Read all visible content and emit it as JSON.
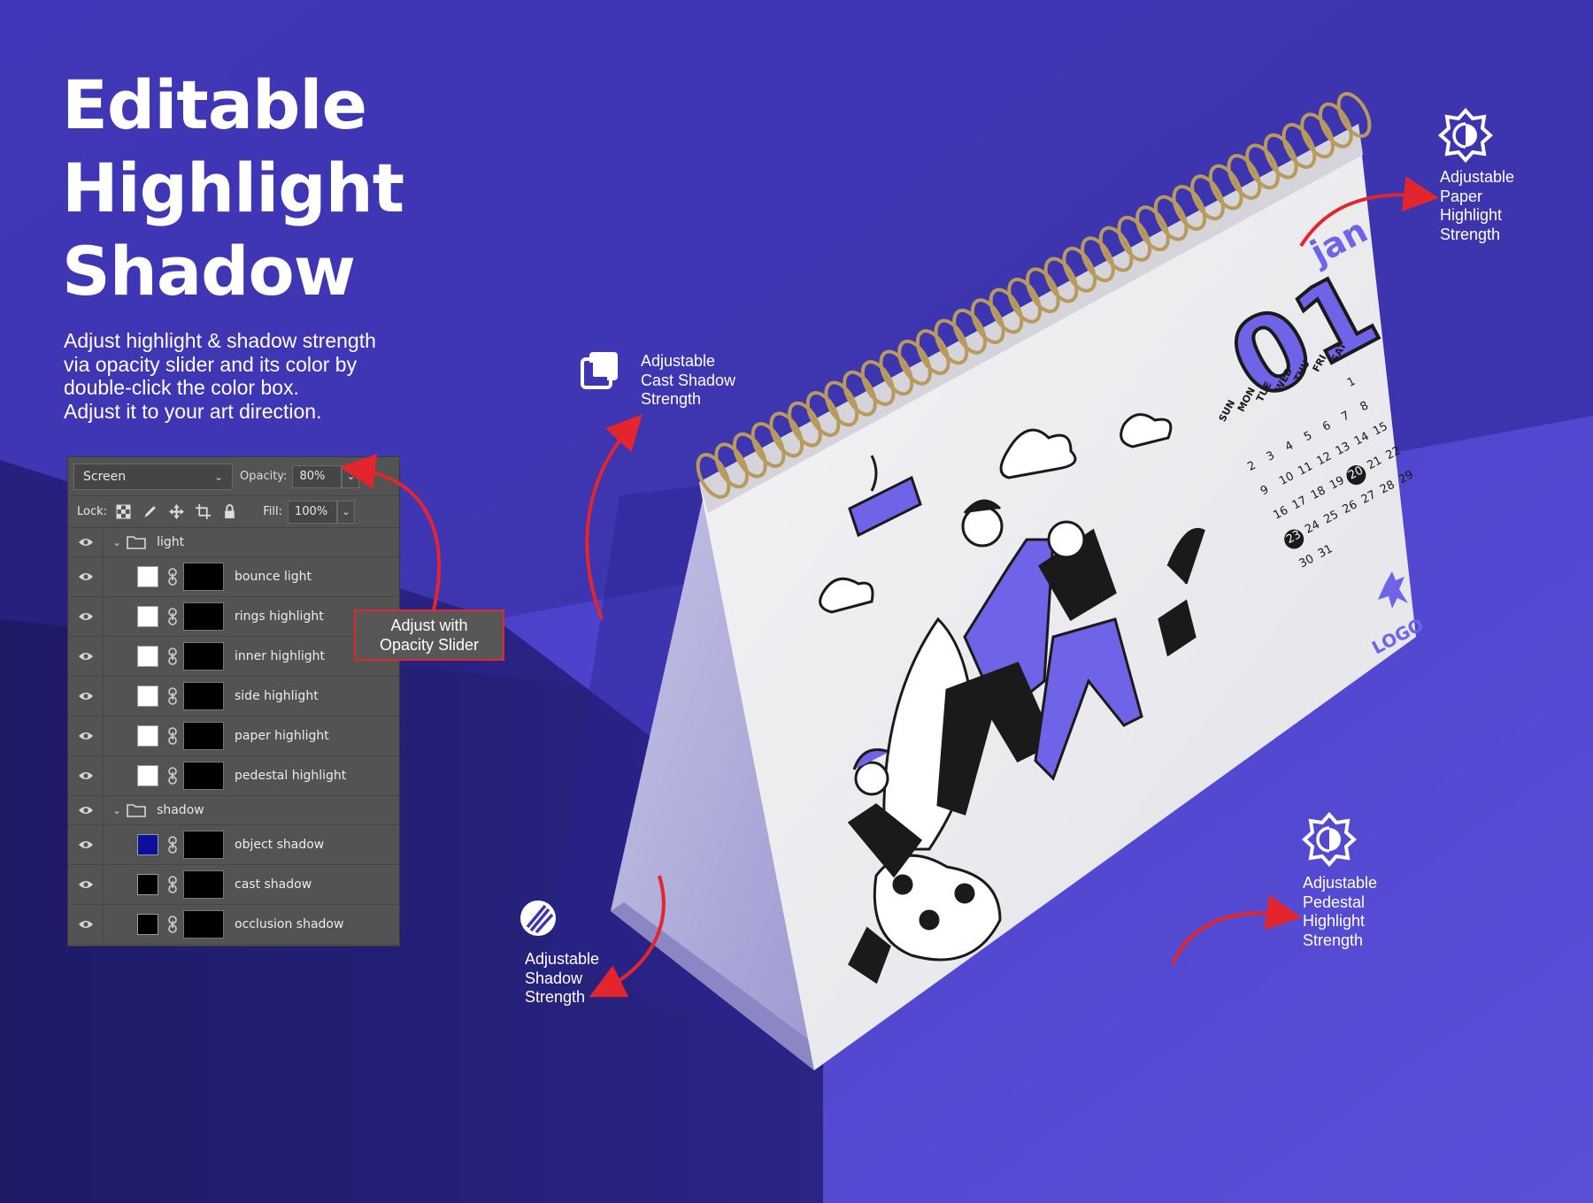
{
  "headline": {
    "line1": "Editable",
    "line2": "Highlight",
    "line3": "Shadow"
  },
  "subtext": {
    "line1": "Adjust highlight & shadow strength",
    "line2": "via opacity slider and its color by",
    "line3": "double-click the color box.",
    "line4": "Adjust it to your art direction."
  },
  "layers_panel": {
    "blend_mode": "Screen",
    "opacity_label": "Opacity:",
    "opacity_value": "80%",
    "lock_label": "Lock:",
    "fill_label": "Fill:",
    "fill_value": "100%",
    "groups": [
      {
        "name": "light",
        "layers": [
          {
            "name": "bounce light",
            "swatch": "#ffffff"
          },
          {
            "name": "rings highlight",
            "swatch": "#ffffff"
          },
          {
            "name": "inner highlight",
            "swatch": "#ffffff"
          },
          {
            "name": "side highlight",
            "swatch": "#ffffff"
          },
          {
            "name": "paper highlight",
            "swatch": "#ffffff"
          },
          {
            "name": "pedestal highlight",
            "swatch": "#ffffff"
          }
        ]
      },
      {
        "name": "shadow",
        "layers": [
          {
            "name": "object shadow",
            "swatch": "#0b0f9c"
          },
          {
            "name": "cast shadow",
            "swatch": "#000000"
          },
          {
            "name": "occlusion shadow",
            "swatch": "#000000"
          }
        ]
      }
    ]
  },
  "callout": {
    "line1": "Adjust with",
    "line2": "Opacity Slider"
  },
  "features": {
    "cast_shadow": {
      "line1": "Adjustable",
      "line2": "Cast Shadow",
      "line3": "Strength"
    },
    "shadow": {
      "line1": "Adjustable",
      "line2": "Shadow",
      "line3": "Strength"
    },
    "paper_highlight": {
      "line1": "Adjustable",
      "line2": "Paper",
      "line3": "Highlight",
      "line4": "Strength"
    },
    "pedestal_highlight": {
      "line1": "Adjustable",
      "line2": "Pedestal",
      "line3": "Highlight",
      "line4": "Strength"
    }
  },
  "calendar": {
    "month": "jan",
    "day_big": "01",
    "weekdays": [
      "SUN",
      "MON",
      "TUE",
      "WED",
      "THU",
      "FRI",
      "SAT"
    ],
    "weeks": [
      [
        "",
        "",
        "",
        "",
        "",
        "",
        "1"
      ],
      [
        "2",
        "3",
        "4",
        "5",
        "6",
        "7",
        "8"
      ],
      [
        "9",
        "10",
        "11",
        "12",
        "13",
        "14",
        "15"
      ],
      [
        "16",
        "17",
        "18",
        "19",
        "20",
        "21",
        "22"
      ],
      [
        "23",
        "24",
        "25",
        "26",
        "27",
        "28",
        "29"
      ],
      [
        "30",
        "31",
        "",
        "",
        "",
        "",
        ""
      ]
    ],
    "highlighted_days": [
      "20",
      "23"
    ],
    "logo_text": "LOGO"
  },
  "colors": {
    "background": "#3d36b0",
    "accent_red": "#e3262d",
    "calendar_accent": "#6f63e8"
  }
}
